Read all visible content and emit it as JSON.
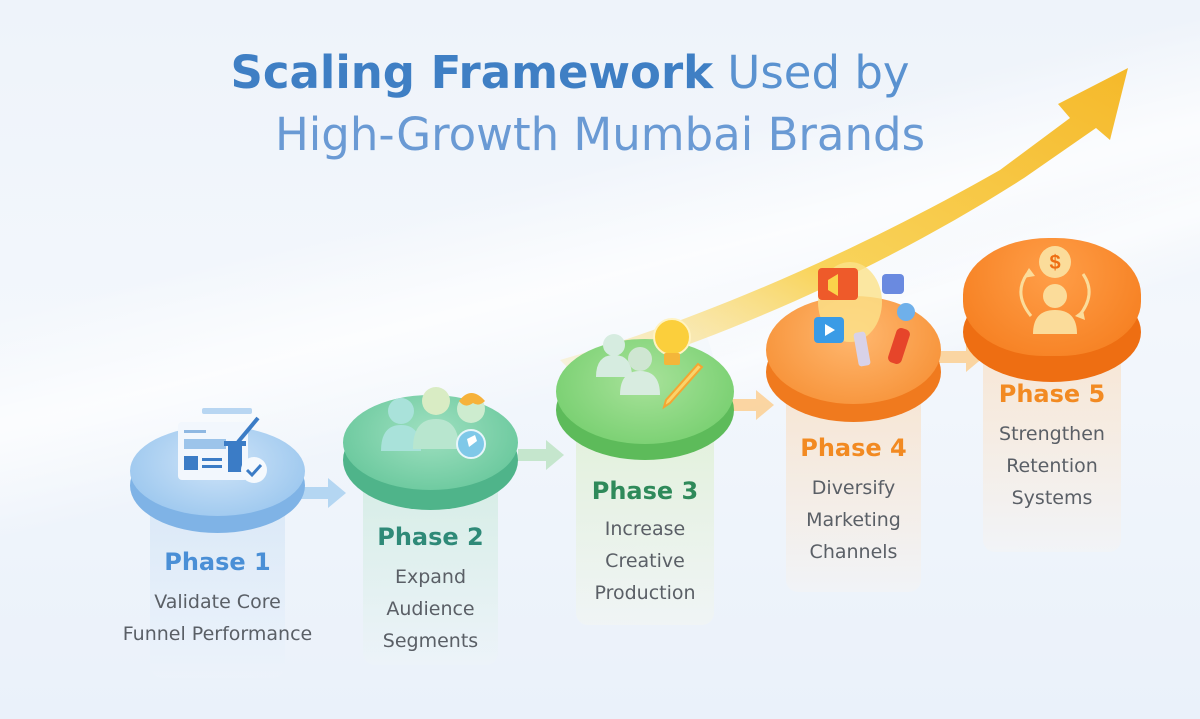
{
  "title": {
    "line1_bold": "Scaling Framework",
    "line1_rest": "Used by",
    "line2": "High-Growth Mumbai Brands"
  },
  "colors": {
    "title_blue": "#3f7fc4",
    "phase1": "#4a8fd6",
    "phase2": "#2f8a78",
    "phase3": "#2f8a5a",
    "phase4": "#f28a22",
    "phase5": "#f28a22",
    "growth_arrow": "#f7c43c"
  },
  "phases": [
    {
      "label": "Phase 1",
      "desc_lines": [
        "Validate Core",
        "Funnel Performance"
      ],
      "icon": "funnel-checklist-icon"
    },
    {
      "label": "Phase 2",
      "desc_lines": [
        "Expand",
        "Audience",
        "Segments"
      ],
      "icon": "audience-group-icon"
    },
    {
      "label": "Phase 3",
      "desc_lines": [
        "Increase",
        "Creative",
        "Production"
      ],
      "icon": "creative-lightbulb-icon"
    },
    {
      "label": "Phase 4",
      "desc_lines": [
        "Diversify",
        "Marketing",
        "Channels"
      ],
      "icon": "marketing-channels-icon"
    },
    {
      "label": "Phase 5",
      "desc_lines": [
        "Strengthen",
        "Retention",
        "Systems"
      ],
      "icon": "retention-cycle-icon"
    }
  ]
}
